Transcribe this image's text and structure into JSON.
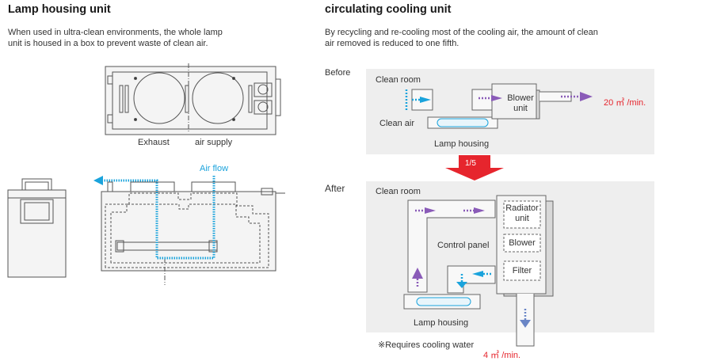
{
  "left": {
    "heading": "Lamp housing unit",
    "description": "When used in ultra-clean environments, the whole lamp\nunit is housed in a box to prevent waste of clean air.",
    "exhaust_label": "Exhaust",
    "air_supply_label": "air supply",
    "air_flow_label": "Air flow"
  },
  "right": {
    "heading": "circulating cooling unit",
    "description": "By recycling and re-cooling most of the cooling air, the amount of clean\nair removed is reduced to one fifth.",
    "before": {
      "label": "Before",
      "clean_room": "Clean room",
      "clean_air": "Clean air",
      "blower_unit": "Blower\nunit",
      "lamp_housing": "Lamp housing",
      "flow": "20 ㎥ /min."
    },
    "ratio": "1/5",
    "after": {
      "label": "After",
      "clean_room": "Clean room",
      "radiator_unit": "Radiator\nunit",
      "blower": "Blower",
      "filter": "Filter",
      "control_panel": "Control panel",
      "lamp_housing": "Lamp housing",
      "note": "※Requires cooling water",
      "flow": "4 ㎥ /min."
    }
  },
  "colors": {
    "accent_red": "#e6252d",
    "air_blue": "#1aa3dc",
    "purple_arrow": "#8a5bb8",
    "panel_gray": "#eeeeee"
  }
}
